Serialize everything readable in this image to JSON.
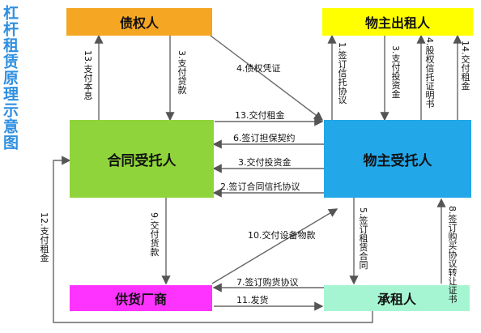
{
  "title": "杠杆租赁原理示意图",
  "nodes": {
    "creditor": "债权人",
    "lessor_owner": "物主出租人",
    "contract_trustee": "合同受托人",
    "owner_trustee": "物主受托人",
    "supplier": "供货厂商",
    "lessee": "承租人"
  },
  "edges": {
    "e1": "1.签订信托协议",
    "e2": "2.签订合同信托协议",
    "e3a": "3.支付贷款",
    "e3b": "3.支付投资金",
    "e3c": "3.交付投资金",
    "e4a": "4.债权凭证",
    "e4b": "4.股权信托证明书",
    "e5": "5.签订租赁合同",
    "e6": "6.签订担保契约",
    "e7": "7.签订购货协议",
    "e8": "8.签订购买协议转让证书",
    "e9": "9.交付货款",
    "e10": "10.交付设备物款",
    "e11": "11.发货",
    "e12": "12.支付租金",
    "e13a": "13.支付本息",
    "e13b": "13.交付租金",
    "e14": "14.交付租金"
  },
  "colors": {
    "creditor": "#f5a623",
    "lessor_owner": "#ffff00",
    "contract_trustee": "#8fd43a",
    "owner_trustee": "#22a7e8",
    "supplier": "#ff33ff",
    "lessee": "#a6f5d2",
    "title": "#2f8fe0"
  }
}
